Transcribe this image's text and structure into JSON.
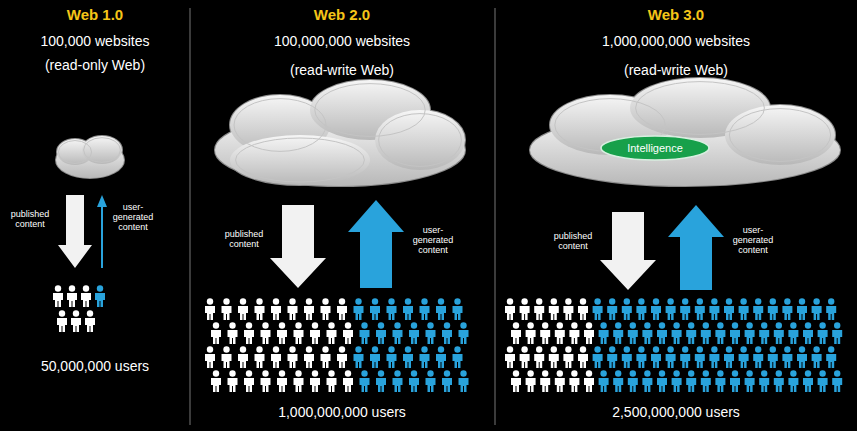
{
  "diagram": {
    "nodes": [
      {
        "text": [
          "Intelligence"
        ]
      }
    ],
    "labels": [
      "Web 1.0",
      "100,000 websites",
      "(read-only Web)",
      "published content",
      "user-generated content",
      "50,000,000 users",
      "Web 2.0",
      "100,000,000 websites",
      "(read-write Web)",
      "published content",
      "user-generated content",
      "1,000,000,000 users",
      "Web 3.0",
      "1,000,000,000 websites",
      "(read-write Web)",
      "published content",
      "user-generated content",
      "2,500,000,000 users"
    ]
  }
}
